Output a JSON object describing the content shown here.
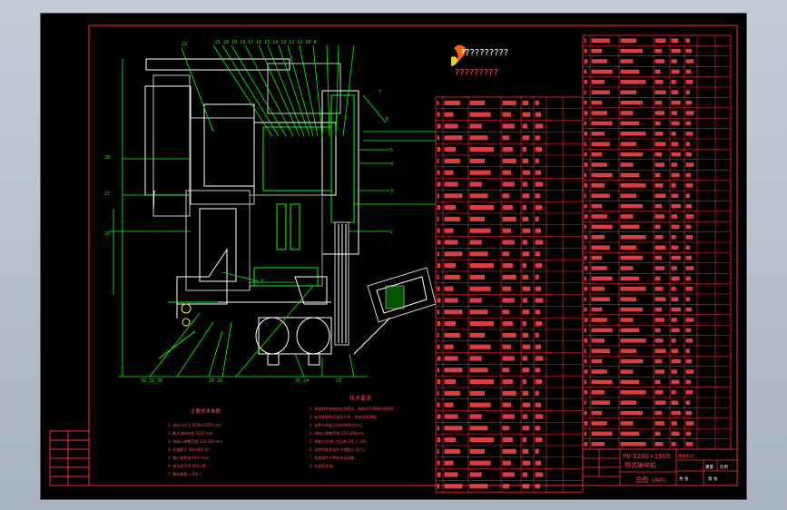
{
  "app": {
    "window_title": "CAD Drawing Viewer"
  },
  "drawing": {
    "logo_text": "??????????",
    "logo_caption": "?????????",
    "parts_table_left_rows": 34,
    "parts_table_right_rows": 40
  },
  "title_block": {
    "code": "PE-1200×1500",
    "name": "颚式破碎机",
    "sheet": "总图（A0）",
    "labels": [
      "图样标记",
      "重量",
      "比例",
      "共 张",
      "第 张"
    ]
  },
  "tech_notes": {
    "heading": "技术要求",
    "lines": [
      "1. 各密封件装配前应浸透油，装配时不得损伤密封件。",
      "2. 轴承装配前应清洗干净，并加注润滑脂。",
      "3. 动颚与机架之间的间隙应均匀。",
      "4. 排料口调整范围 150-300mm。",
      "5. 装配后应进行空运转试验 2 小时。",
      "6. 运转时轴承温升不得超过 35℃。",
      "7. 各紧固件不得有松动现象。",
      "8. 外表面涂漆。"
    ]
  },
  "spec_notes": {
    "heading": "主要技术参数",
    "lines": [
      "1. 进料口尺寸 1200×1500 mm",
      "2. 最大进料粒度 1020 mm",
      "3. 排料口调整范围 150-300 mm",
      "4. 处理能力 400-800 t/h",
      "5. 偏心轴转速 180 r/min",
      "6. 电动机功率 160 kW",
      "7. 整机重量 ≈100 t"
    ]
  },
  "colors": {
    "frame": "#ff2a2a",
    "drawing": "#00ff00",
    "white": "#ffffff",
    "accent": "#ff6600"
  }
}
